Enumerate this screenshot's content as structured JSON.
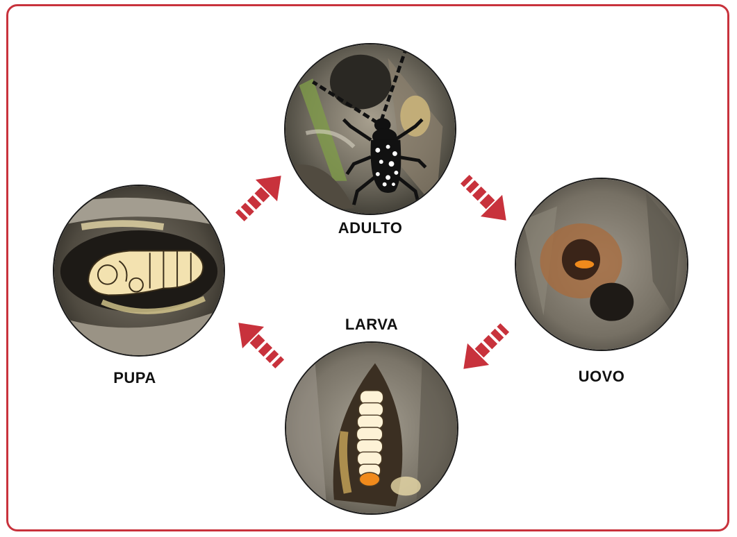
{
  "stages": {
    "adulto": {
      "label": "ADULTO",
      "icon": "adult-beetle-icon"
    },
    "uovo": {
      "label": "UOVO",
      "icon": "egg-icon"
    },
    "larva": {
      "label": "LARVA",
      "icon": "larva-icon"
    },
    "pupa": {
      "label": "PUPA",
      "icon": "pupa-icon"
    }
  },
  "colors": {
    "frame": "#c8323c",
    "arrow": "#c8323c",
    "larva_fill": "#fdf2d6",
    "pupa_fill": "#f3e2b0",
    "egg": "#f08a1c",
    "bark": "#8a8478"
  }
}
